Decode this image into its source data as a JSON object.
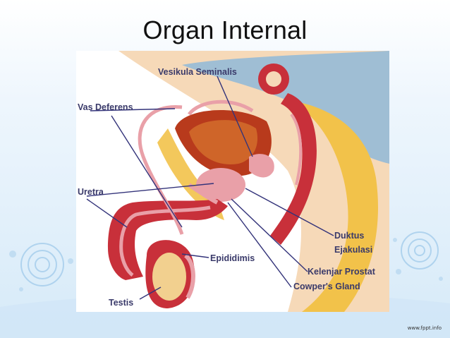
{
  "slide": {
    "title": "Organ Internal",
    "footer": "www.fppt.info"
  },
  "labels": {
    "vesikula": "Vesikula Seminalis",
    "vas": "Vas Deferens",
    "uretra": "Uretra",
    "duktus1": "Duktus",
    "duktus2": "Ejakulasi",
    "epididimis": "Epididimis",
    "prostat": "Kelenjar Prostat",
    "cowper": "Cowper's Gland",
    "testis": "Testis"
  },
  "colors": {
    "tissue_red": "#c8303a",
    "tissue_pink": "#e9a0a8",
    "fat_yellow": "#f2c24a",
    "skin": "#f6d9b8",
    "bladder": "#b83a1c",
    "blue_area": "#8fb8d8",
    "leader_line": "#33337a"
  }
}
